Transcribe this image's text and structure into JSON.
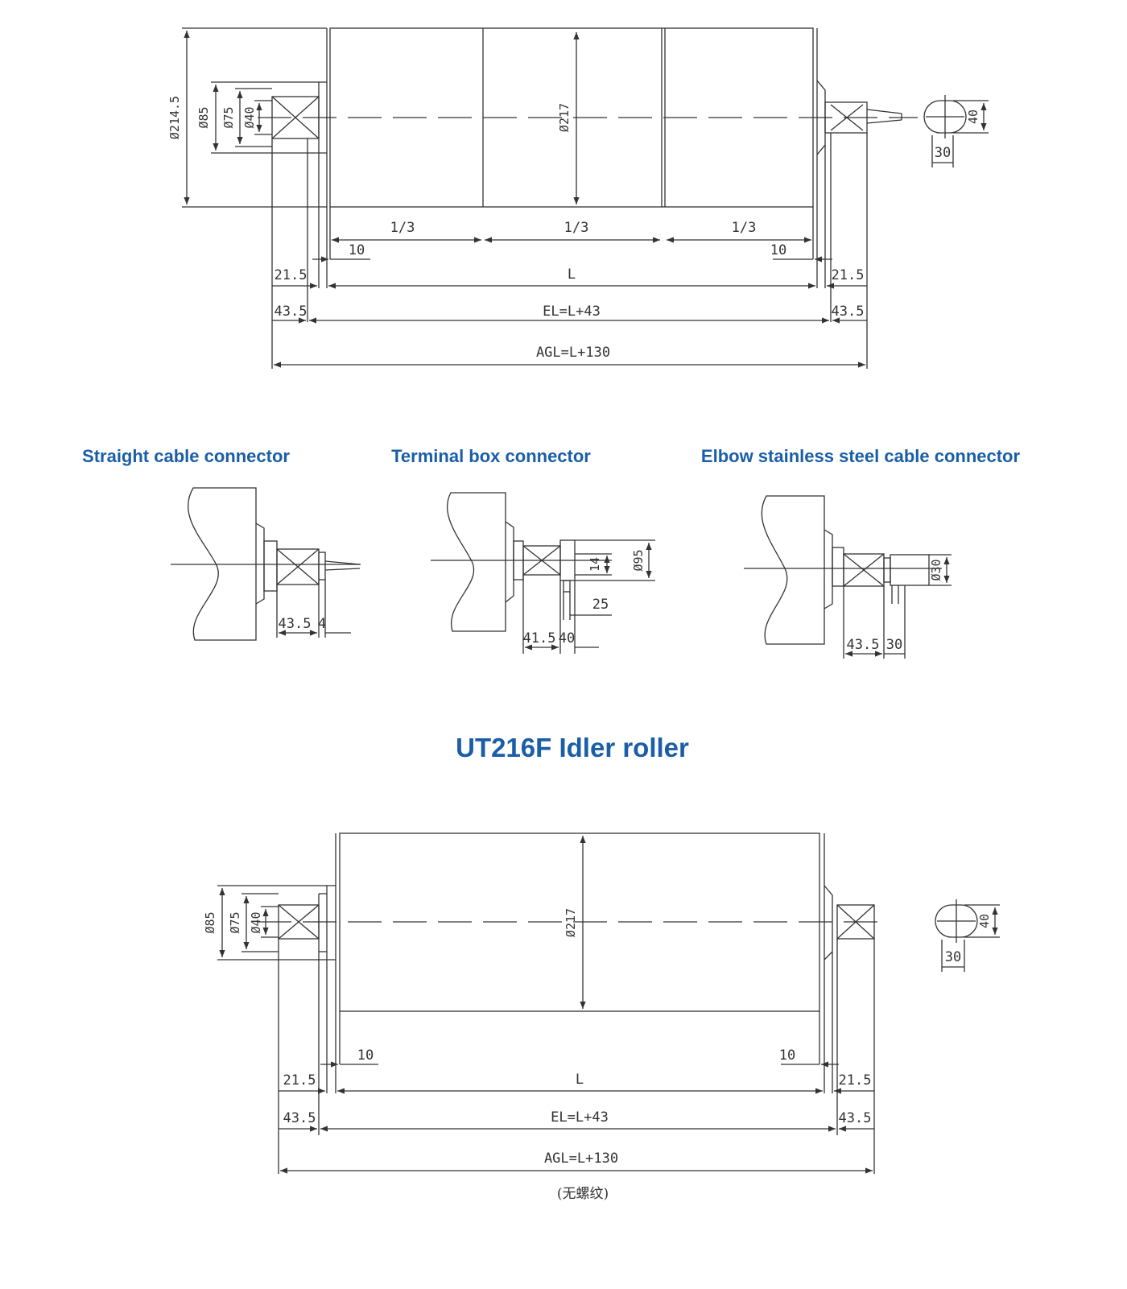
{
  "colors": {
    "heading": "#1a5ea8",
    "line": "#333333"
  },
  "top_drawing": {
    "dia_outer": "Ø214.5",
    "dia_85": "Ø85",
    "dia_75": "Ø75",
    "dia_40": "Ø40",
    "dia_shell": "Ø217",
    "third": "1/3",
    "d10": "10",
    "d21_5": "21.5",
    "d43_5": "43.5",
    "len_L": "L",
    "el": "EL=L+43",
    "agl": "AGL=L+130",
    "shaft_w": "40",
    "shaft_flat": "30"
  },
  "connectors": {
    "straight": {
      "title": "Straight cable connector",
      "d43_5": "43.5",
      "d4": "4"
    },
    "terminal": {
      "title": "Terminal box connector",
      "d95": "Ø95",
      "d14": "14",
      "d25": "25",
      "d41_5": "41.5",
      "d40": "40"
    },
    "elbow": {
      "title": "Elbow stainless steel cable connector",
      "d30v": "Ø30",
      "d43_5": "43.5",
      "d30": "30"
    }
  },
  "bottom_title": "UT216F Idler roller",
  "bottom_drawing": {
    "dia_85": "Ø85",
    "dia_75": "Ø75",
    "dia_40": "Ø40",
    "dia_shell": "Ø217",
    "d10": "10",
    "d21_5": "21.5",
    "d43_5": "43.5",
    "len_L": "L",
    "el": "EL=L+43",
    "agl": "AGL=L+130",
    "shaft_w": "40",
    "shaft_flat": "30",
    "note": "(无螺纹)"
  }
}
